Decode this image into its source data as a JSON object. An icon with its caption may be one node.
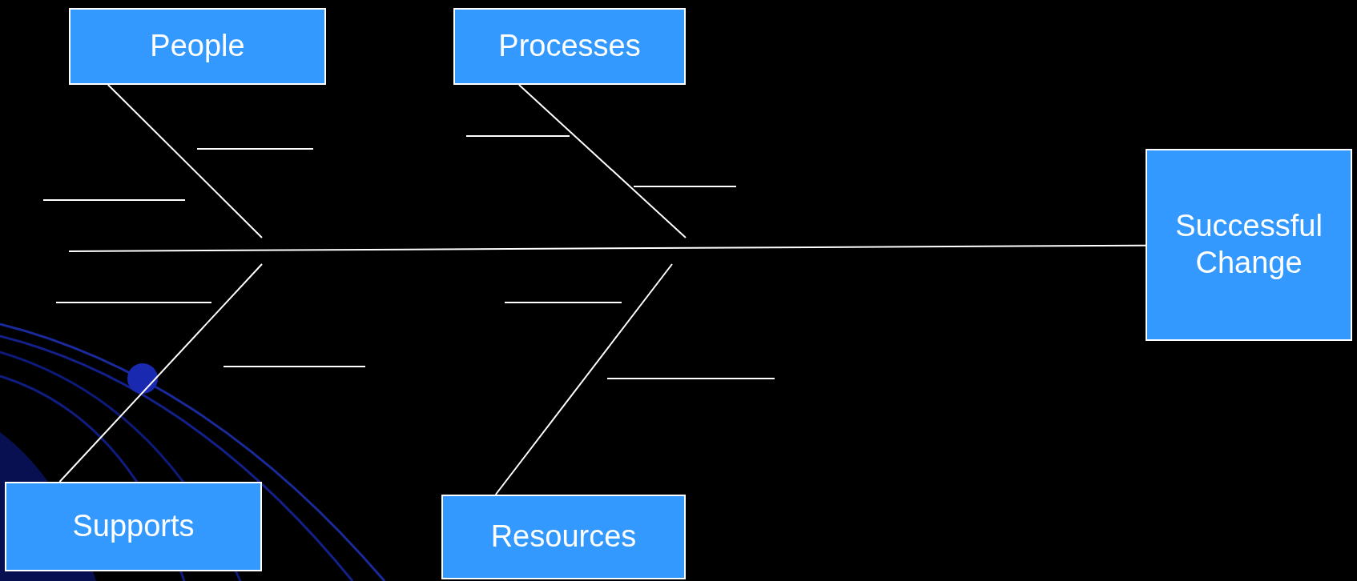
{
  "diagram": {
    "nodes": [
      {
        "text": [
          "People"
        ]
      },
      {
        "text": [
          "Processes"
        ]
      },
      {
        "text": [
          "Successful Change"
        ]
      },
      {
        "text": [
          "Supports"
        ]
      },
      {
        "text": [
          "Resources"
        ]
      }
    ],
    "edges": [
      {
        "from": null,
        "to": 2,
        "arrow": "none"
      },
      {
        "from": 0,
        "to": null,
        "arrow": "none"
      },
      {
        "from": 1,
        "to": null,
        "arrow": "none"
      },
      {
        "from": 3,
        "to": null,
        "arrow": "none"
      },
      {
        "from": 4,
        "to": null,
        "arrow": "none"
      }
    ]
  }
}
